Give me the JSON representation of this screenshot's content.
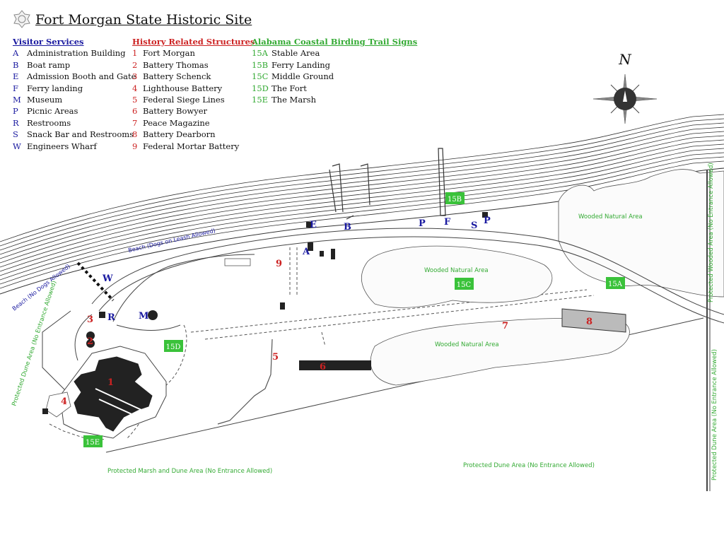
{
  "title": "Fort Morgan State Historic Site",
  "legend": {
    "visitor": {
      "heading": "Visitor Services",
      "items": [
        {
          "code": "A",
          "label": "Administration Building"
        },
        {
          "code": "B",
          "label": "Boat ramp"
        },
        {
          "code": "E",
          "label": "Admission Booth and Gate"
        },
        {
          "code": "F",
          "label": "Ferry landing"
        },
        {
          "code": "M",
          "label": "Museum"
        },
        {
          "code": "P",
          "label": "Picnic Areas"
        },
        {
          "code": "R",
          "label": "Restrooms"
        },
        {
          "code": "S",
          "label": "Snack Bar and Restrooms"
        },
        {
          "code": "W",
          "label": "Engineers Wharf"
        }
      ]
    },
    "history": {
      "heading": "History Related Structures",
      "items": [
        {
          "code": "1",
          "label": "Fort Morgan"
        },
        {
          "code": "2",
          "label": "Battery Thomas"
        },
        {
          "code": "3",
          "label": "Battery Schenck"
        },
        {
          "code": "4",
          "label": "Lighthouse Battery"
        },
        {
          "code": "5",
          "label": "Federal Siege Lines"
        },
        {
          "code": "6",
          "label": "Battery Bowyer"
        },
        {
          "code": "7",
          "label": "Peace Magazine"
        },
        {
          "code": "8",
          "label": "Battery Dearborn"
        },
        {
          "code": "9",
          "label": "Federal Mortar Battery"
        }
      ]
    },
    "birding": {
      "heading": "Alabama Coastal Birding Trail Signs",
      "items": [
        {
          "code": "15A",
          "label": "Stable Area"
        },
        {
          "code": "15B",
          "label": "Ferry Landing"
        },
        {
          "code": "15C",
          "label": "Middle Ground"
        },
        {
          "code": "15D",
          "label": "The Fort"
        },
        {
          "code": "15E",
          "label": "The Marsh"
        }
      ]
    }
  },
  "compass": {
    "north_label": "N"
  },
  "map_labels": {
    "markers": {
      "A": "A",
      "B": "B",
      "E": "E",
      "F": "F",
      "M": "M",
      "P": "P",
      "R": "R",
      "S": "S",
      "W": "W"
    },
    "structures": {
      "n1": "1",
      "n2": "2",
      "n3": "3",
      "n4": "4",
      "n5": "5",
      "n6": "6",
      "n7": "7",
      "n8": "8",
      "n9": "9"
    },
    "signs": {
      "s15A": "15A",
      "s15B": "15B",
      "s15C": "15C",
      "s15D": "15D",
      "s15E": "15E"
    },
    "areas": {
      "beach_dogs": "Beach (Dogs on Leash Allowed)",
      "beach_no_dogs": "Beach (No Dogs Allowed)",
      "wooded_1": "Wooded Natural Area",
      "wooded_2": "Wooded Natural Area",
      "wooded_3": "Wooded Natural Area",
      "protected_wooded": "Protected Wooded Area (No Entrance Allowed)",
      "protected_dune_right": "Protected Dune Area (No Entrance Allowed)",
      "protected_dune_left": "Protected Dune Area (No Entrance Allowed)",
      "protected_marsh": "Protected Marsh and Dune Area (No Entrance Allowed)",
      "protected_dune_bottom": "Protected Dune Area (No Entrance Allowed)"
    }
  },
  "colors": {
    "visitor": "#1a1aa0",
    "history": "#cc2222",
    "birding": "#33aa33",
    "structure": "#222222"
  }
}
